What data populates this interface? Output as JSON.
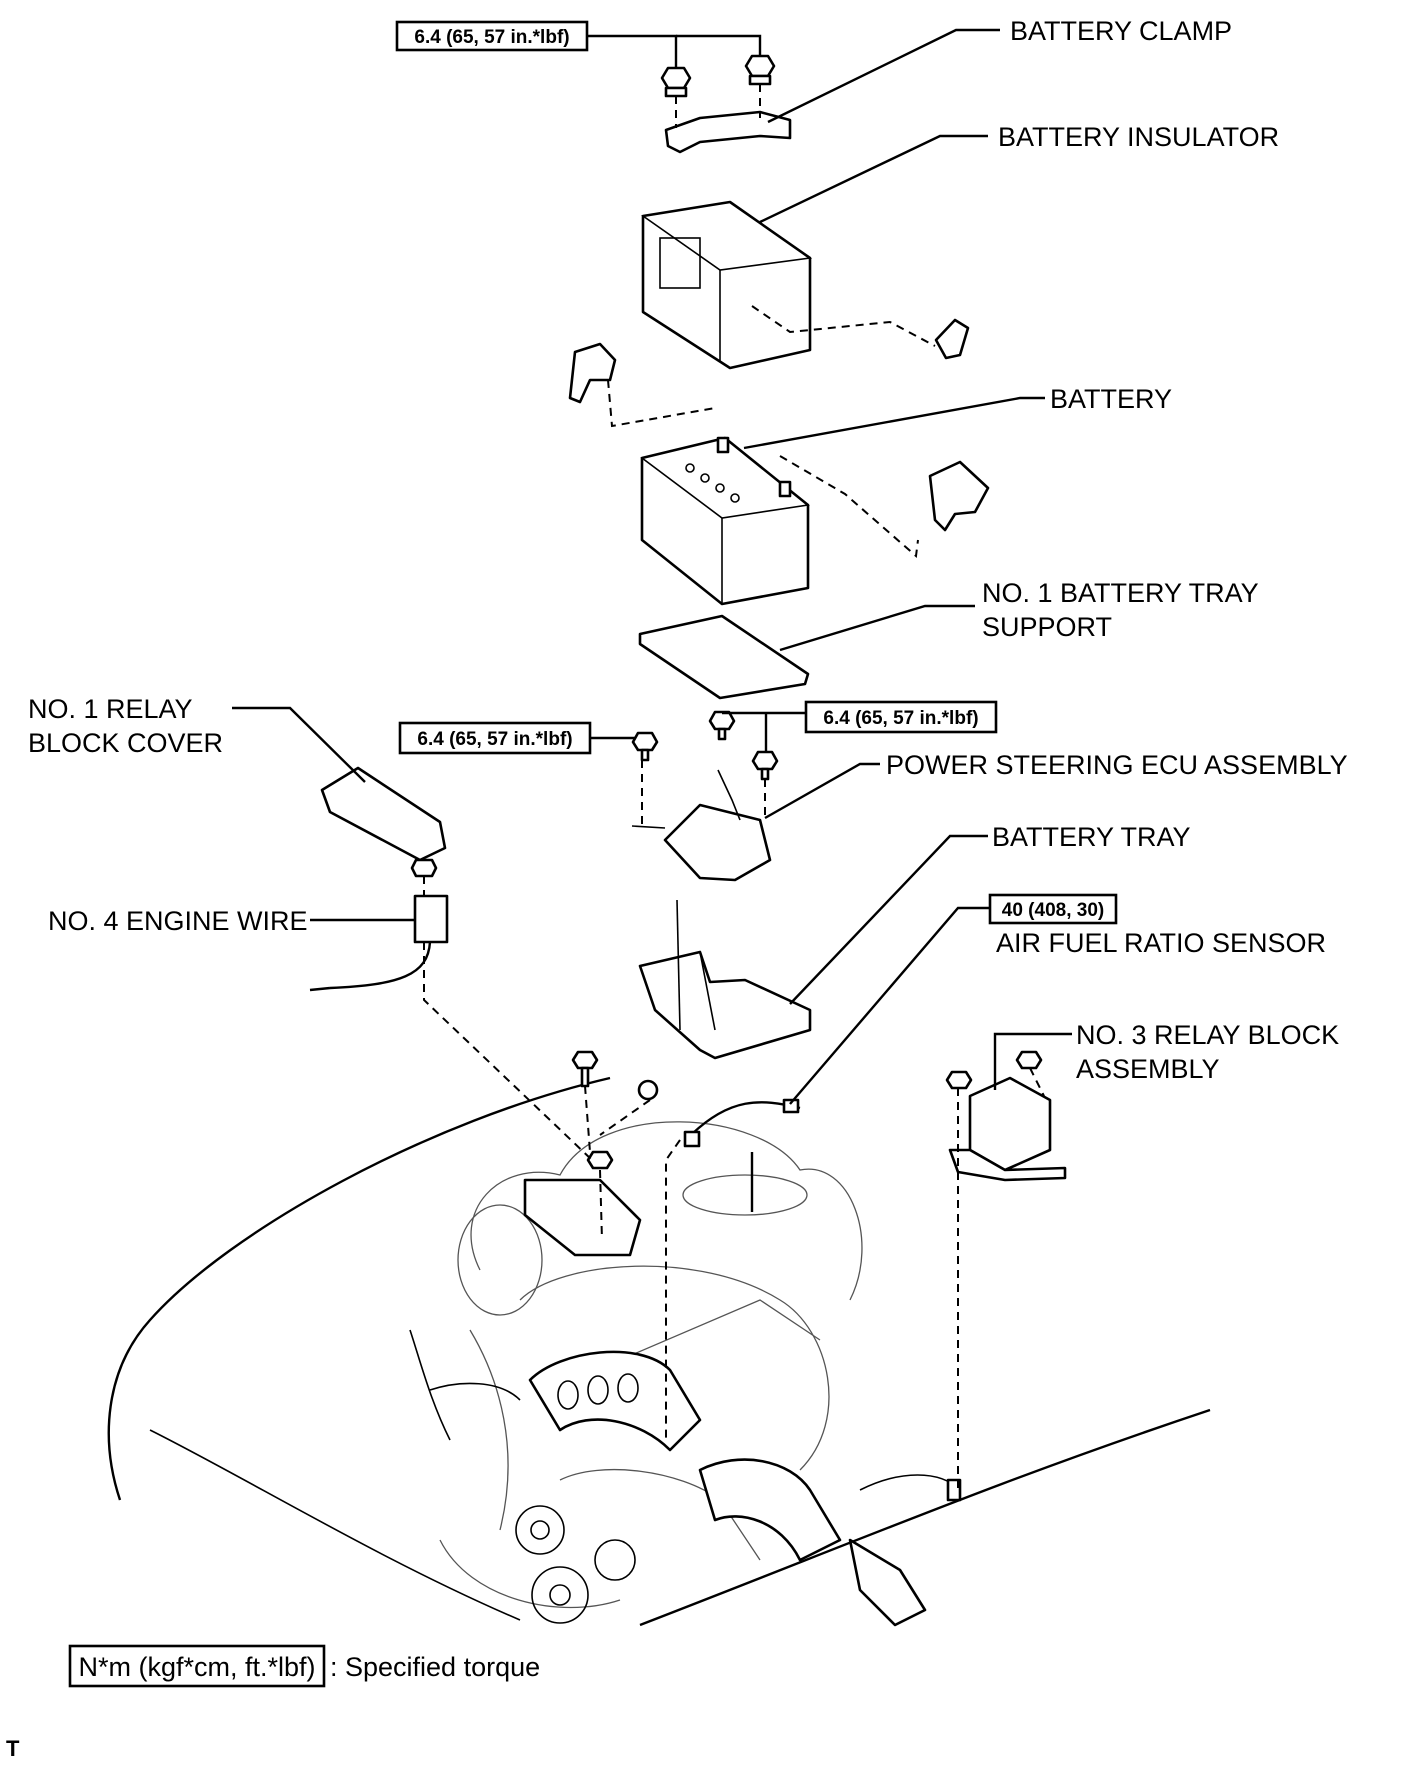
{
  "labels": {
    "battery_clamp": "BATTERY CLAMP",
    "battery_insulator": "BATTERY INSULATOR",
    "battery": "BATTERY",
    "tray_support_line1": "NO. 1 BATTERY TRAY",
    "tray_support_line2": "SUPPORT",
    "relay_cover_line1": "NO. 1 RELAY",
    "relay_cover_line2": "BLOCK COVER",
    "ps_ecu": "POWER STEERING ECU ASSEMBLY",
    "battery_tray": "BATTERY TRAY",
    "engine_wire": "NO. 4 ENGINE WIRE",
    "af_sensor": "AIR FUEL RATIO SENSOR",
    "relay_block_line1": "NO. 3  RELAY BLOCK",
    "relay_block_line2": "ASSEMBLY"
  },
  "torque": {
    "clamp": "6.4 (65, 57 in.*lbf)",
    "ecu_left": "6.4 (65, 57 in.*lbf)",
    "ecu_right": "6.4 (65, 57 in.*lbf)",
    "af_sensor": "40 (408, 30)"
  },
  "legend": {
    "unit_box": "N*m (kgf*cm, ft.*lbf)",
    "description": ": Specified torque"
  },
  "corner_mark": "T"
}
